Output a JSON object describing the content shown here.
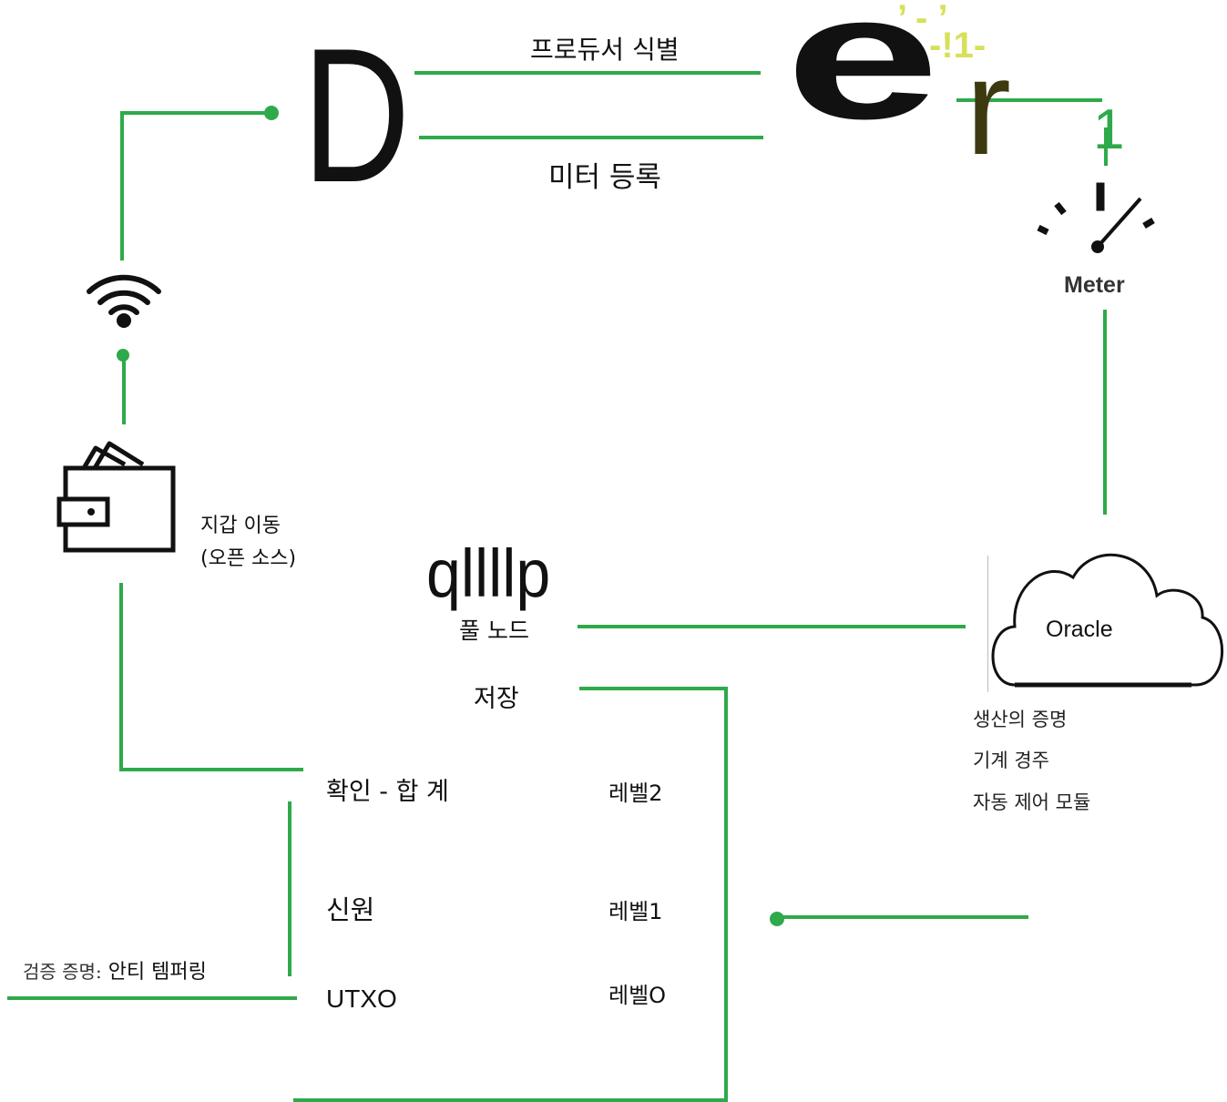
{
  "logo": {
    "letter_d": "D",
    "letter_e": "e",
    "letter_r": "r",
    "accent_marks": "’ ‐ ’",
    "accent_dash": "-!1-",
    "accent_one": "1"
  },
  "top_edge": {
    "producer_label": "프로듀서 식별",
    "meter_label": "미터 등록"
  },
  "meter": {
    "label": "Meter"
  },
  "wallet": {
    "line1": "지갑 이동",
    "line2": "(오픈 소스)"
  },
  "fullnode": {
    "glyph": "qllllp",
    "label": "풀 노드",
    "storage": "저장"
  },
  "oracle": {
    "label": "Oracle",
    "features": [
      "생산의 증명",
      "기계 경주",
      "자동 제어 모듈"
    ]
  },
  "stack": {
    "rows": [
      {
        "name": "확인 - 합 계",
        "level": "레벨2"
      },
      {
        "name": "신원",
        "level": "레벨1"
      },
      {
        "name": "UTXO",
        "level": "레벨O"
      }
    ]
  },
  "proof": {
    "prefix": "검증 증명:",
    "text": " 안티 템퍼링"
  },
  "colors": {
    "line": "#2eaa4a",
    "accent": "#d7e05a",
    "olive": "#3d3a10"
  }
}
